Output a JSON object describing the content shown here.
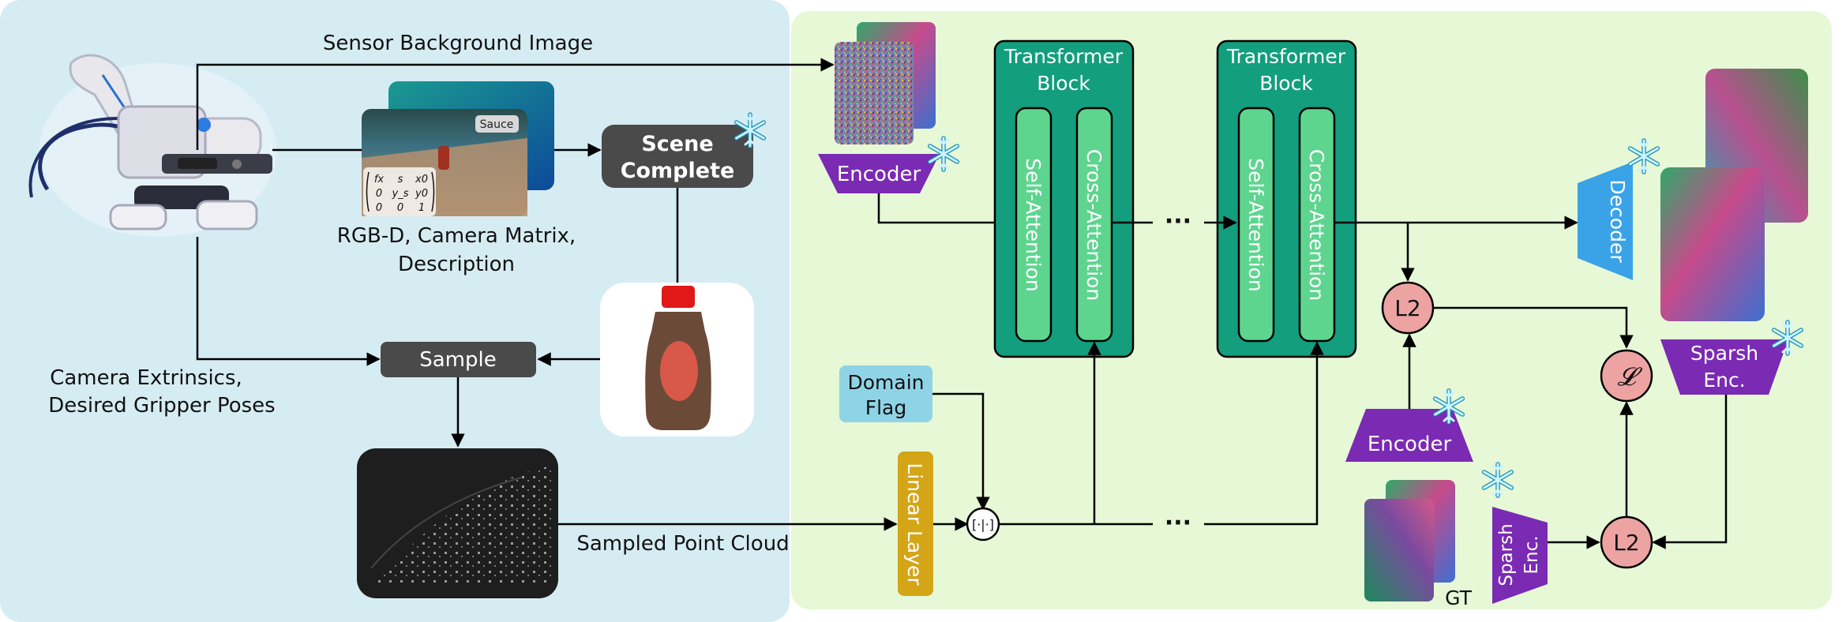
{
  "labels": {
    "sensor_background": "Sensor Background Image",
    "rgbd": "RGB-D, Camera Matrix,",
    "description": "Description",
    "sauce_tag": "Sauce",
    "scene_complete_1": "Scene",
    "scene_complete_2": "Complete",
    "sample": "Sample",
    "camera_extrinsics": "Camera Extrinsics,",
    "gripper_poses": "Desired Gripper Poses",
    "sampled_point_cloud": "Sampled Point Cloud",
    "encoder": "Encoder",
    "transformer_1": "Transformer",
    "block": "Block",
    "self_attention": "Self-Attention",
    "cross_attention": "Cross-Attention",
    "domain": "Domain",
    "flag": "Flag",
    "linear_layer": "Linear Layer",
    "concat": "[·|·]",
    "dots": "···",
    "decoder": "Decoder",
    "l2": "L2",
    "loss": "𝓛",
    "sparsh": "Sparsh",
    "enc": "Enc.",
    "gt": "GT",
    "matrix": {
      "r1": [
        "fx",
        "s",
        "x0"
      ],
      "r2": [
        "0",
        "y_s",
        "y0"
      ],
      "r3": [
        "0",
        "0",
        "1"
      ]
    }
  },
  "colors": {
    "left_panel": "#d6ecf3",
    "right_panel": "#e6f8d6",
    "dark_box": "#4a4a4a",
    "transformer": "#139e7e",
    "attention": "#5ed58f",
    "encoder": "#7b2ab3",
    "decoder": "#3aa3e8",
    "linear": "#d4a516",
    "domain": "#8fd4e6",
    "l2": "#eea3a3"
  },
  "icons": [
    "snowflake-icon",
    "robot-gripper-icon"
  ]
}
